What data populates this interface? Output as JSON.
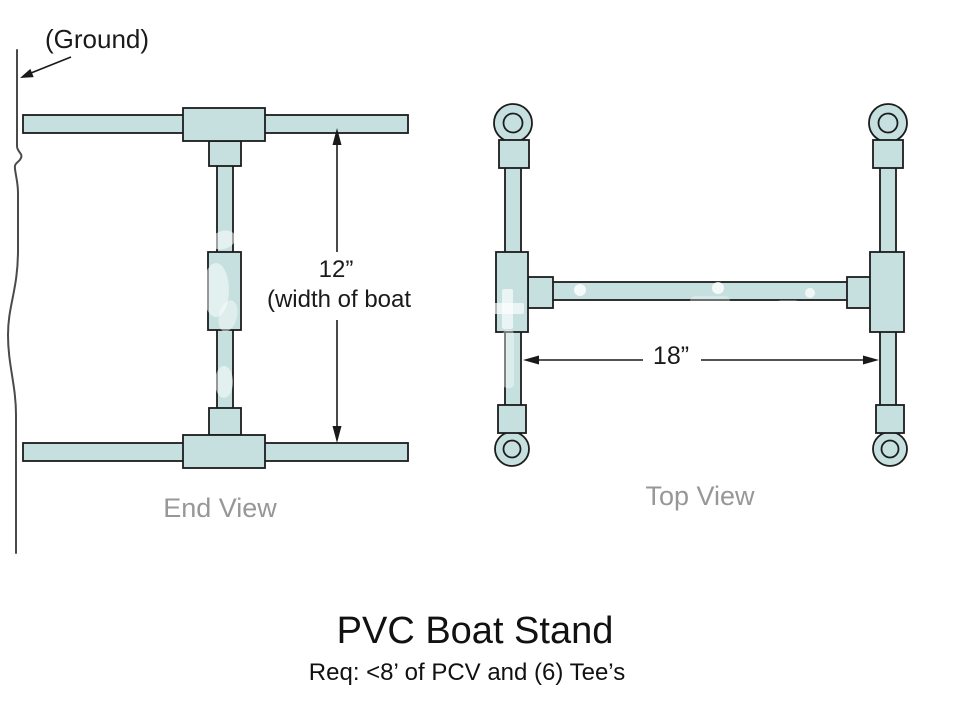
{
  "diagram": {
    "title": "PVC Boat Stand",
    "subtitle": "Req: <8’ of PCV and (6) Tee’s",
    "views": {
      "end_view": {
        "label": "End View",
        "ground_label": "(Ground)",
        "height_dimension": "12”",
        "height_note": "(width of boat"
      },
      "top_view": {
        "label": "Top View",
        "width_dimension": "18”"
      }
    },
    "colors": {
      "pipe_fill": "#c5e0de",
      "outline": "#1c1c1c",
      "view_label_gray": "#979797",
      "ground_line": "#4a4a4a"
    }
  }
}
